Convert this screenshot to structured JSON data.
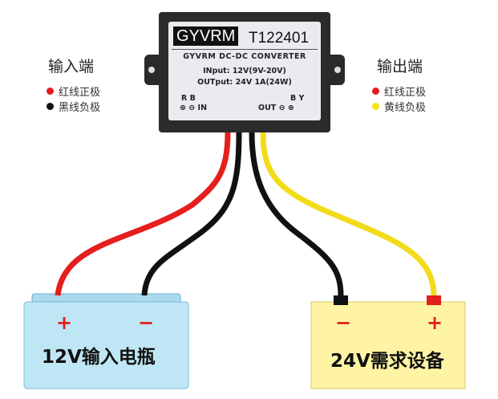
{
  "module": {
    "brand": "GYVRM",
    "model": "T122401",
    "title": "GYVRM DC-DC CONVERTER",
    "input_spec": "INput: 12V(9V-20V)",
    "output_spec": "OUTput: 24V 1A(24W)",
    "in_pins": "R B",
    "in_symbols": "⊕ ⊖ IN",
    "out_pins": "B Y",
    "out_symbols": "OUT ⊖ ⊕"
  },
  "input_side": {
    "title": "输入端",
    "legend": [
      {
        "label": "红线正极",
        "color": "#e81c1c"
      },
      {
        "label": "黑线负极",
        "color": "#111111"
      }
    ]
  },
  "output_side": {
    "title": "输出端",
    "legend": [
      {
        "label": "红线正极",
        "color": "#e81c1c"
      },
      {
        "label": "黄线负极",
        "color": "#f3e21a"
      }
    ]
  },
  "battery": {
    "label": "12V输入电瓶",
    "plus": "+",
    "minus": "−",
    "color": "#bfe6f4"
  },
  "device": {
    "label": "24V需求设备",
    "plus": "+",
    "minus": "−",
    "color": "#fff4a3"
  }
}
